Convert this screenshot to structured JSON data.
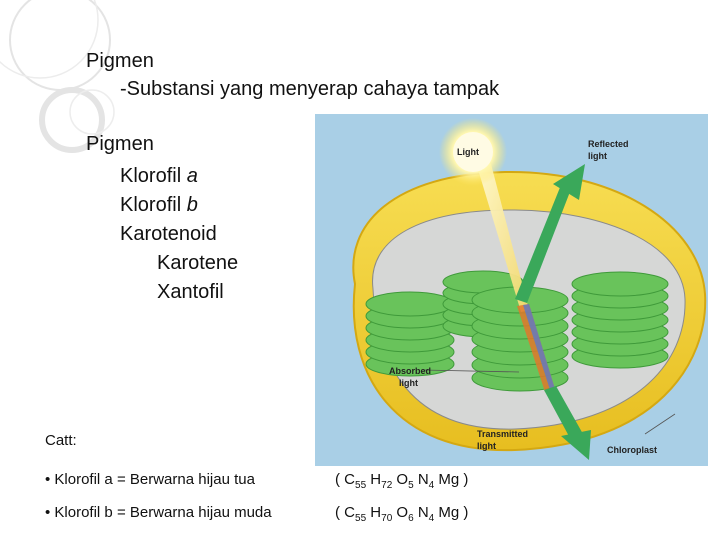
{
  "slide": {
    "heading1": "Pigmen",
    "definition": "-Substansi yang menyerap cahaya tampak",
    "heading2": "Pigmen",
    "items": [
      {
        "name": "Klorofil ",
        "variant": "a"
      },
      {
        "name": "Klorofil ",
        "variant": "b"
      },
      {
        "name": "Karotenoid"
      }
    ],
    "subitems": [
      "Karotene",
      "Xantofil"
    ]
  },
  "notes": {
    "title": "Catt:",
    "rows": [
      {
        "text": "• Klorofil a = Berwarna hijau tua",
        "formula": {
          "open": "( ",
          "c": "C",
          "c_n": "55",
          "h": " H",
          "h_n": "72",
          "o": " O",
          "o_n": "5",
          "n": " N",
          "n_n": "4",
          "tail": " Mg )"
        }
      },
      {
        "text": "• Klorofil b = Berwarna hijau muda",
        "formula": {
          "open": "( ",
          "c": "C",
          "c_n": "55",
          "h": " H",
          "h_n": "70",
          "o": " O",
          "o_n": "6",
          "n": " N",
          "n_n": "4",
          "tail": " Mg )"
        }
      }
    ]
  },
  "figure": {
    "light": "Light",
    "reflected_1": "Reflected",
    "reflected_2": "light",
    "absorbed_1": "Absorbed",
    "absorbed_2": "light",
    "transmitted_1": "Transmitted",
    "transmitted_2": "light",
    "chloroplast": "Chloroplast"
  },
  "colors": {
    "figure_bg": "#a9cfe6",
    "chloroplast_envelope": "#f2cf31",
    "stroma": "#d6d7d6",
    "thylakoid": "#69c35b",
    "light_sun": "#fffbd8",
    "arrow_green": "#3aa85a"
  }
}
